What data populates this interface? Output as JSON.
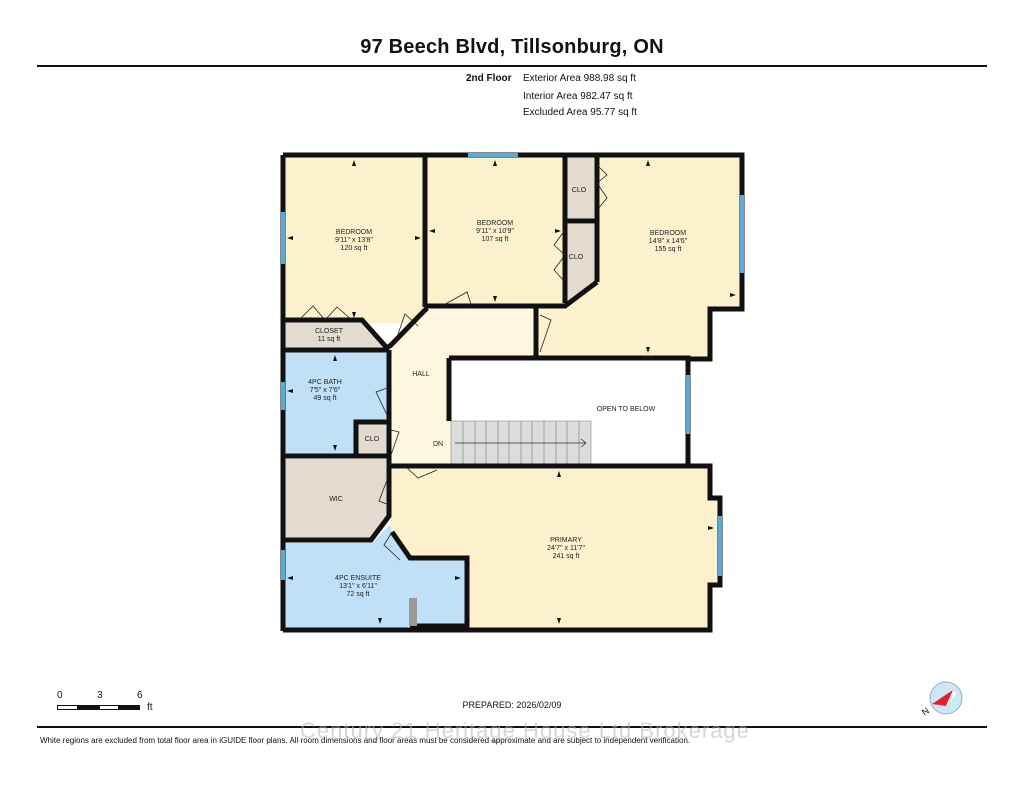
{
  "header": {
    "title": "97 Beech Blvd, Tillsonburg, ON",
    "floor": "2nd Floor",
    "exterior_area": "Exterior Area 988.98 sq ft",
    "interior_area": "Interior Area 982.47 sq ft",
    "excluded_area": "Excluded Area 95.77 sq ft"
  },
  "rooms": {
    "bedroom1": {
      "name": "BEDROOM",
      "dims": "9'11\" x 13'8\"",
      "area": "120 sq ft"
    },
    "bedroom2": {
      "name": "BEDROOM",
      "dims": "9'11\" x 10'9\"",
      "area": "107 sq ft"
    },
    "bedroom3": {
      "name": "BEDROOM",
      "dims": "14'8\" x 14'6\"",
      "area": "155 sq ft"
    },
    "closet": {
      "name": "CLOSET",
      "area": "11 sq ft"
    },
    "clo1": {
      "name": "CLO"
    },
    "clo2": {
      "name": "CLO"
    },
    "clo3": {
      "name": "CLO"
    },
    "bath": {
      "name": "4PC BATH",
      "dims": "7'5\" x 7'6\"",
      "area": "49 sq ft"
    },
    "hall": {
      "name": "HALL"
    },
    "dn": {
      "name": "DN"
    },
    "open": {
      "name": "OPEN TO BELOW"
    },
    "wic": {
      "name": "WIC"
    },
    "ensuite": {
      "name": "4PC ENSUITE",
      "dims": "13'1\" x 6'11\"",
      "area": "72 sq ft"
    },
    "primary": {
      "name": "PRIMARY",
      "dims": "24'7\" x 11'7\"",
      "area": "241 sq ft"
    }
  },
  "scale": {
    "ticks": [
      "0",
      "3",
      "6"
    ],
    "unit": "ft"
  },
  "footer": {
    "prepared": "PREPARED: 2026/02/09",
    "watermark": "Century 21 Heritage House Ltd Brokerage",
    "disclaimer": "White regions are excluded from total floor area in iGUIDE floor plans. All room dimensions and floor areas must be considered approximate and are subject to independent verification."
  },
  "compass": {
    "label": "N"
  },
  "colors": {
    "bedroom": "#fdf0cc",
    "hall": "#fef6df",
    "bath": "#bfe0f7",
    "closet": "#e3dbcf",
    "wall": "#111111",
    "window": "#5aa9d6",
    "stairs": "#dcdcdc"
  }
}
